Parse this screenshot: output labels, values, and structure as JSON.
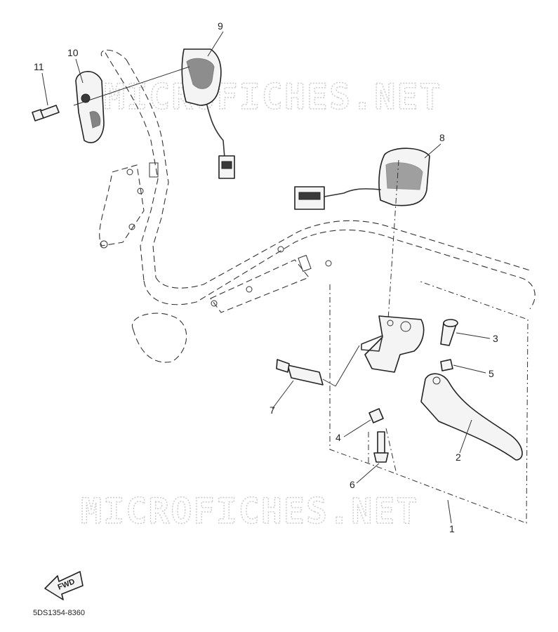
{
  "diagram": {
    "callouts": [
      "1",
      "2",
      "3",
      "4",
      "5",
      "6",
      "7",
      "8",
      "9",
      "10",
      "11"
    ],
    "watermark": "MICROFICHES.NET",
    "fwd_label": "FWD",
    "diagram_code": "5DS1354-8360"
  }
}
